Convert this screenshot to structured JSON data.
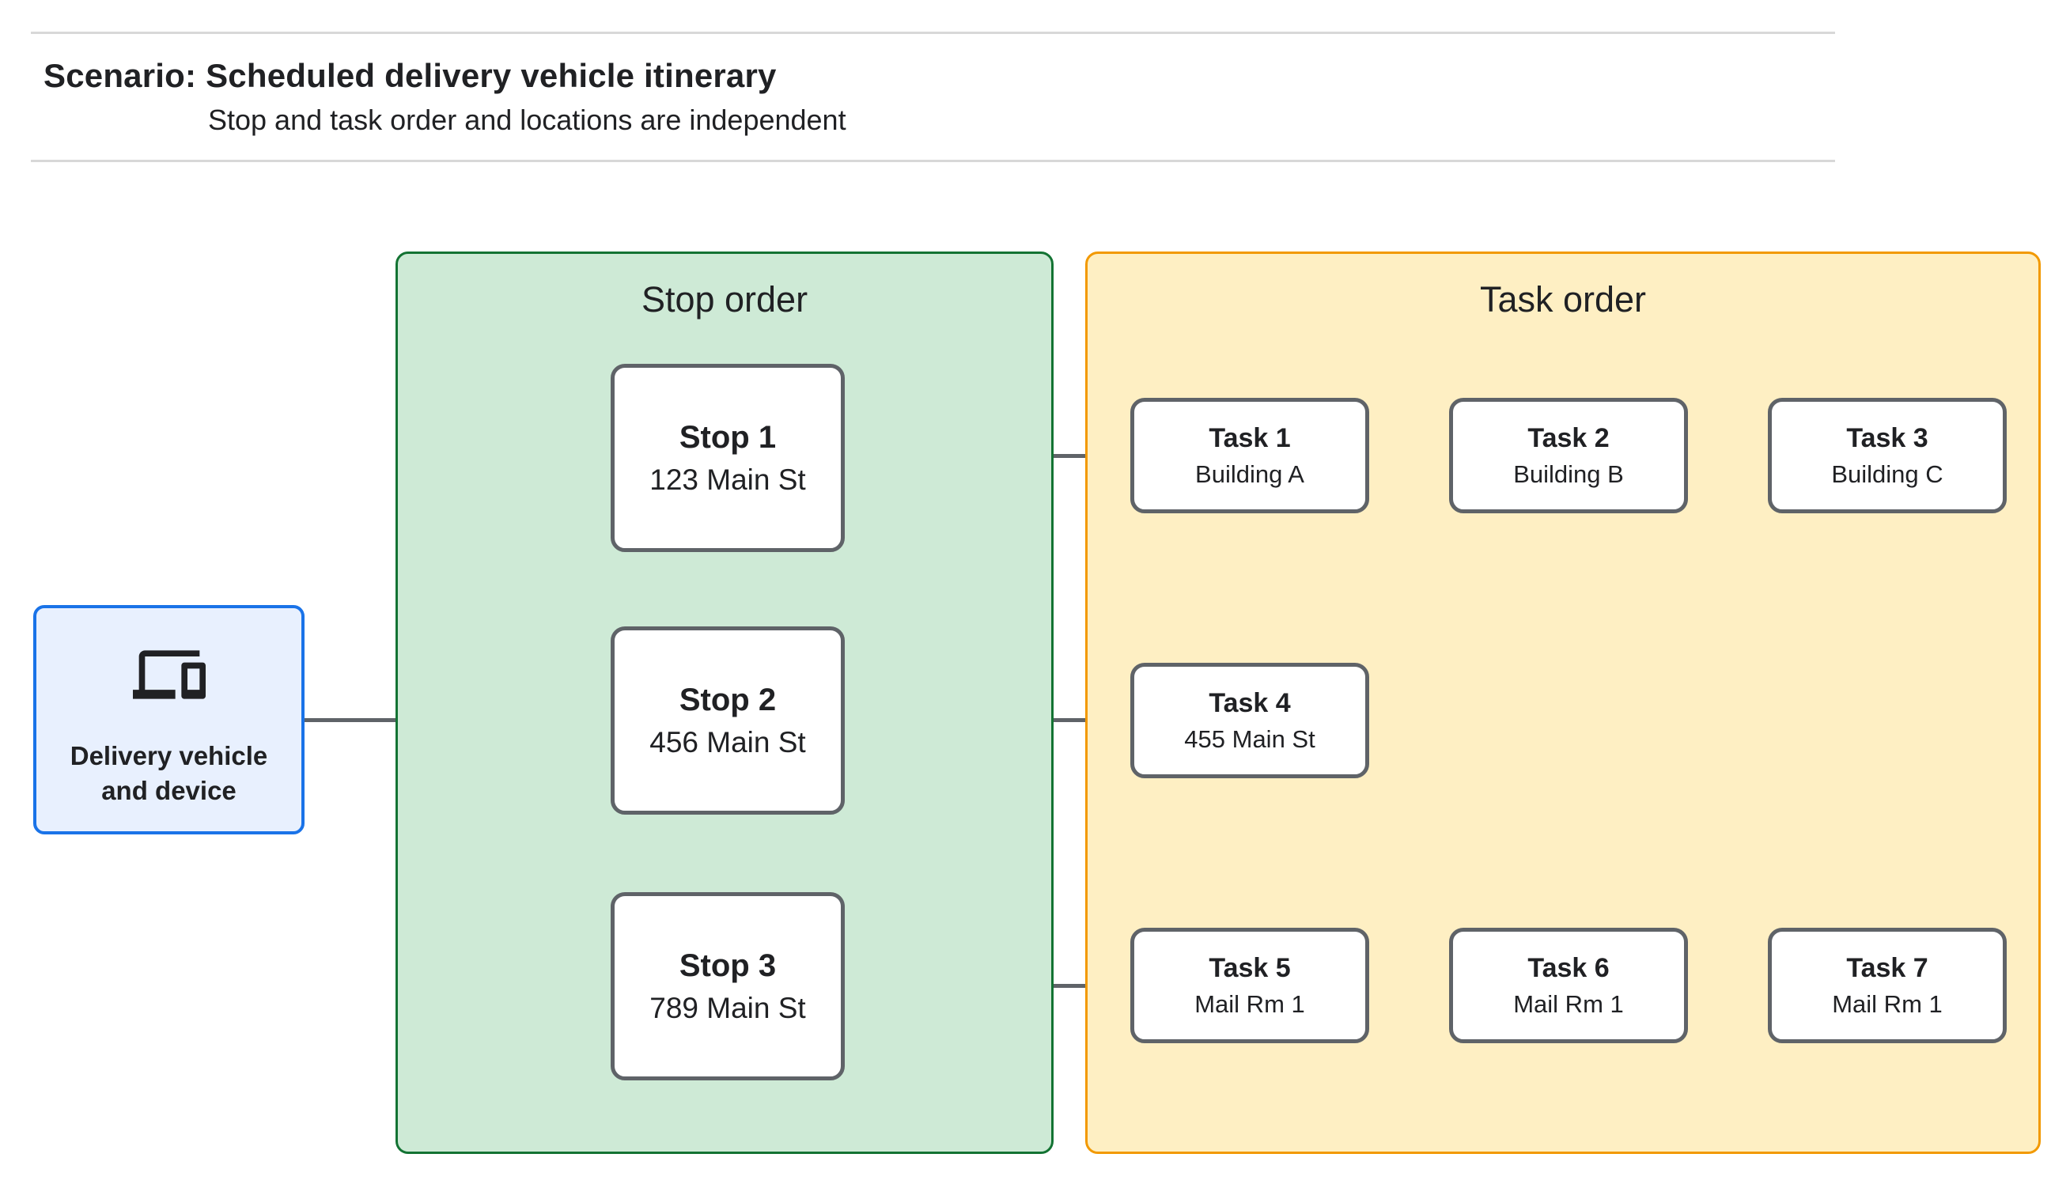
{
  "header": {
    "title": "Scenario: Scheduled delivery vehicle itinerary",
    "subtitle": "Stop and task order and locations are independent"
  },
  "delivery": {
    "label": "Delivery vehicle and device",
    "icon": "devices-icon"
  },
  "stop_panel": {
    "title": "Stop order",
    "stops": [
      {
        "label": "Stop 1",
        "location": "123 Main St"
      },
      {
        "label": "Stop 2",
        "location": "456 Main St"
      },
      {
        "label": "Stop 3",
        "location": "789 Main St"
      }
    ]
  },
  "task_panel": {
    "title": "Task order",
    "rows": [
      [
        {
          "label": "Task 1",
          "location": "Building A"
        },
        {
          "label": "Task 2",
          "location": "Building B"
        },
        {
          "label": "Task 3",
          "location": "Building C"
        }
      ],
      [
        {
          "label": "Task 4",
          "location": "455 Main St"
        }
      ],
      [
        {
          "label": "Task 5",
          "location": "Mail Rm 1"
        },
        {
          "label": "Task 6",
          "location": "Mail Rm 1"
        },
        {
          "label": "Task 7",
          "location": "Mail Rm 1"
        }
      ]
    ]
  },
  "colors": {
    "page_bg": "#FFFFFF",
    "text": "#202124",
    "divider": "#D8D8D8",
    "line_gray": "#5F6368",
    "node_border_gray": "#5F6368",
    "delivery_fill": "#E8F0FE",
    "delivery_border": "#1A73E8",
    "stop_panel_fill": "#CEEAD6",
    "stop_panel_border": "#137333",
    "task_panel_fill": "#FEEFC3",
    "task_panel_border": "#F29900"
  }
}
